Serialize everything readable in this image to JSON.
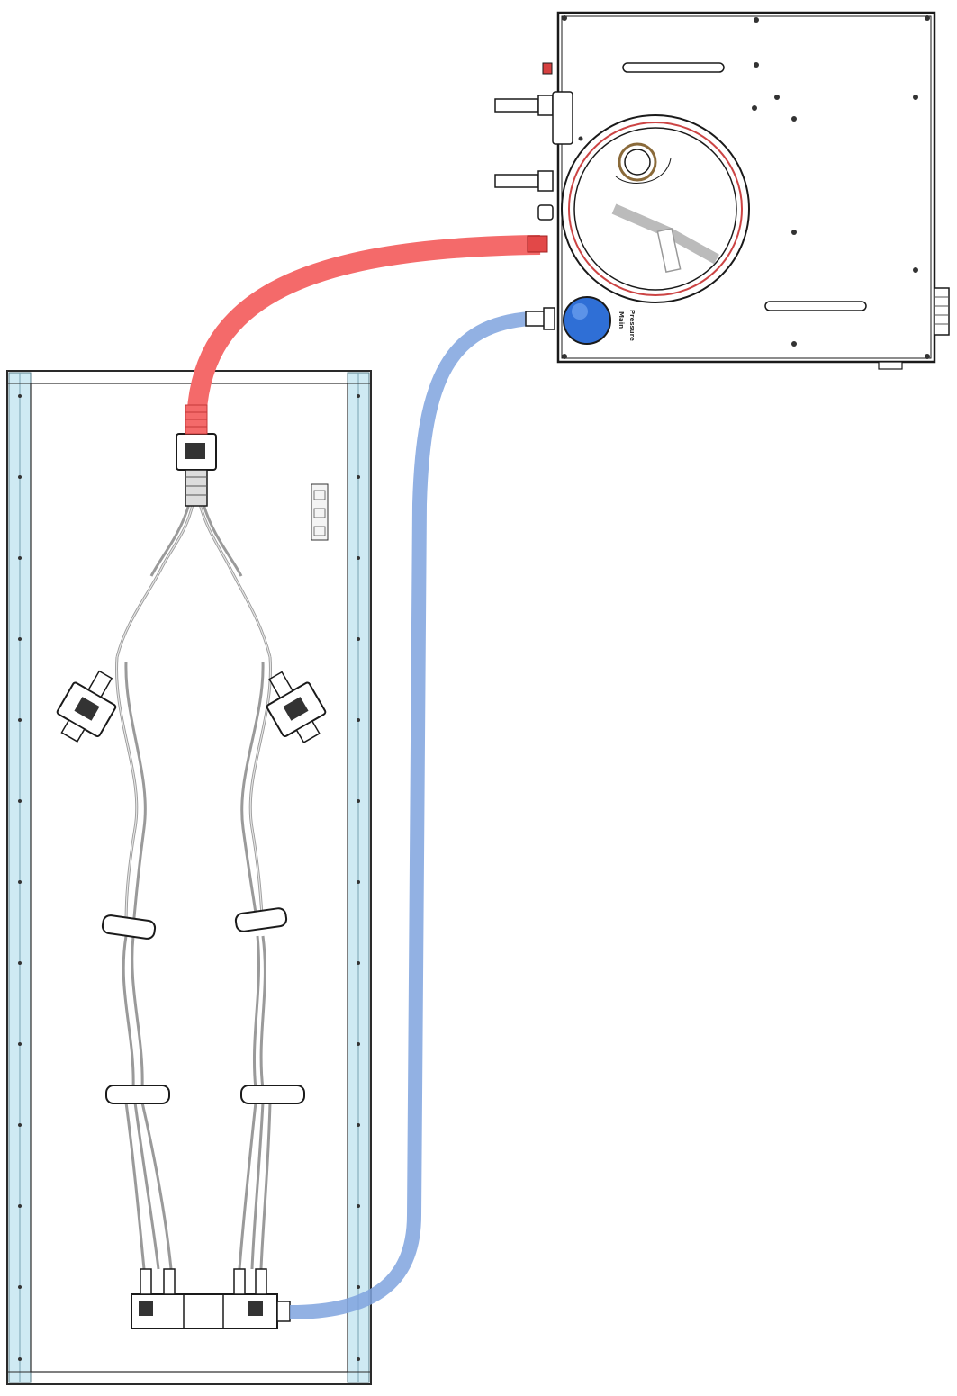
{
  "figure": {
    "type": "schematic",
    "description_visible_text": "",
    "knob": {
      "label_line1": "Main",
      "label_line2": "Pressure",
      "color": "#2F6FD6"
    }
  },
  "colors": {
    "supply_hose": "#F46A6A",
    "return_hose": "#7FA3DE",
    "frame_glass": "#CFEAF3",
    "frame_stroke": "#2A2A2A",
    "tubing": "#BDBDBD",
    "line": "#1a1a1a"
  },
  "components": {
    "pump_unit": "control-unit",
    "bed_frame": "frame",
    "supply_line": "red-hose",
    "return_line": "blue-hose",
    "manifold": "bottom-manifold",
    "splitter": "top-splitter"
  }
}
